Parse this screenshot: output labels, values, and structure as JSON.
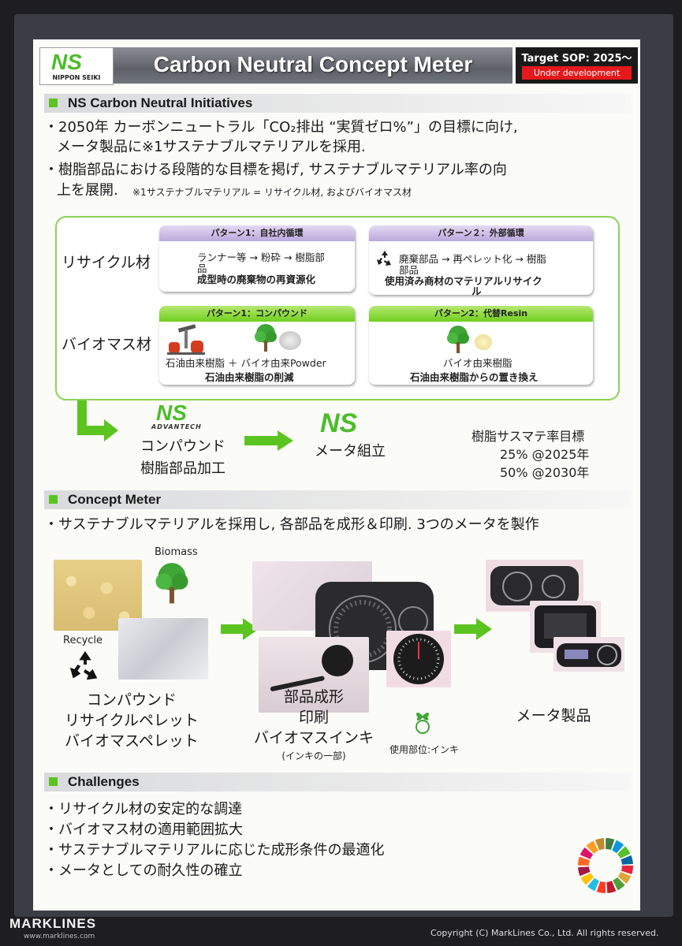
{
  "header": {
    "logo_mark": "NS",
    "logo_sub": "NIPPON SEIKI",
    "title": "Carbon Neutral Concept Meter",
    "sop": "Target SOP: 2025〜",
    "status": "Under development"
  },
  "initiatives": {
    "heading": "NS Carbon Neutral Initiatives",
    "bullet1_line1": "・2050年 カーボンニュートラル「CO₂排出 “実質ゼロ%”」の目標に向け,",
    "bullet1_line2": "メータ製品に※1サステナブルマテリアルを採用.",
    "bullet2_line1": "・樹脂部品における段階的な目標を掲げ, サステナブルマテリアル率の向",
    "bullet2_line2": "上を展開.",
    "footnote": "※1サステナブルマテリアル = リサイクル材, およびバイオマス材"
  },
  "recycle": {
    "label": "リサイクル材",
    "p1": {
      "head": "パターン1：自社内循環",
      "line1": "ランナー等 → 粉砕 → 樹脂部",
      "line2": "品",
      "bold": "成型時の廃棄物の再資源化"
    },
    "p2": {
      "head": "パターン２：外部循環",
      "line1": "廃棄部品 → 再ペレット化 → 樹脂",
      "line2": "部品",
      "bold1": "使用済み商材のマテリアルリサイク",
      "bold2": "ル"
    }
  },
  "biomass": {
    "label": "バイオマス材",
    "p1": {
      "head": "パターン1：コンパウンド",
      "line1": "石油由来樹脂 ＋ バイオ由来Powder",
      "bold": "石油由来樹脂の削減"
    },
    "p2": {
      "head": "パターン2：代替Resin",
      "line1": "バイオ由来樹脂",
      "bold": "石油由来樹脂からの置き換え"
    }
  },
  "flow": {
    "advantech": "ADVANTECH",
    "compound_line1": "コンパウンド",
    "compound_line2": "樹脂部品加工",
    "assembly": "メータ組立",
    "target_title": "樹脂サスマテ率目標",
    "target1": "25% @2025年",
    "target2": "50% @2030年"
  },
  "concept": {
    "heading": "Concept Meter",
    "bullet": "・サステナブルマテリアルを採用し, 各部品を成形＆印刷. 3つのメータを製作",
    "biomass_label": "Biomass",
    "recycle_label": "Recycle",
    "left_line1": "コンパウンド",
    "left_line2": "リサイクルペレット",
    "left_line3": "バイオマスペレット",
    "mid_line1": "部品成形",
    "mid_line2": "印刷",
    "mid_line3": "バイオマスインキ",
    "mid_sub": "(インキの一部)",
    "ink_usage": "使用部位:インキ",
    "right": "メータ製品"
  },
  "challenges": {
    "heading": "Challenges",
    "items": [
      "・リサイクル材の安定的な調達",
      "・バイオマス材の適用範囲拡大",
      "・サステナブルマテリアルに応じた成形条件の最適化",
      "・メータとしての耐久性の確立"
    ]
  },
  "footer": {
    "brand": "MARKLINES",
    "site": "www.marklines.com",
    "copyright": "Copyright (C) MarkLines Co., Ltd. All rights reserved."
  }
}
